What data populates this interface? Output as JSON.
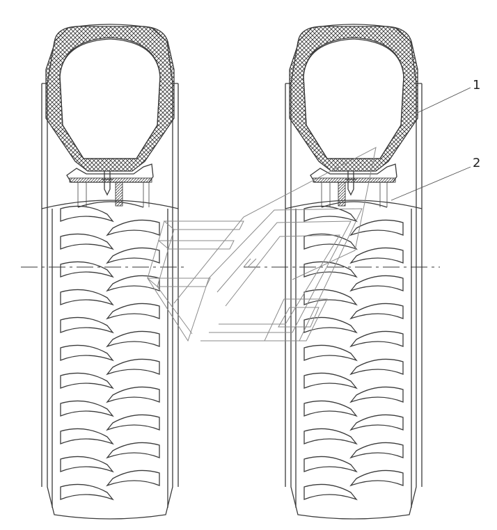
{
  "diagram": {
    "callouts": [
      {
        "id": "1",
        "label": "1"
      },
      {
        "id": "2",
        "label": "2"
      }
    ],
    "colors": {
      "line": "#3a3a3a",
      "watermark": "#8a8a8a",
      "background": "#ffffff"
    },
    "views": [
      "tire-left",
      "tire-right"
    ]
  }
}
